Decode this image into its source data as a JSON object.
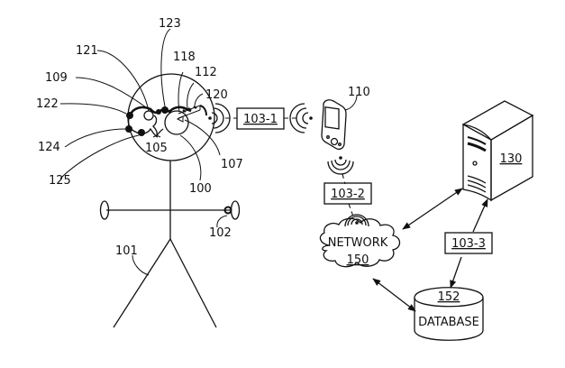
{
  "figure": {
    "person": {
      "head_ref": "100",
      "body_ref": "101",
      "hand_device_ref": "102",
      "head_components": [
        {
          "ref": "109"
        },
        {
          "ref": "121"
        },
        {
          "ref": "122"
        },
        {
          "ref": "123"
        },
        {
          "ref": "124"
        },
        {
          "ref": "125"
        },
        {
          "ref": "118"
        },
        {
          "ref": "112"
        },
        {
          "ref": "120"
        },
        {
          "ref": "105"
        },
        {
          "ref": "107"
        }
      ]
    },
    "links": {
      "link_1": "103-1",
      "link_2": "103-2",
      "link_3": "103-3"
    },
    "mobile_device": {
      "ref": "110"
    },
    "server": {
      "ref": "130"
    },
    "network": {
      "label": "NETWORK",
      "ref": "150"
    },
    "database": {
      "label": "DATABASE",
      "ref": "152"
    }
  }
}
